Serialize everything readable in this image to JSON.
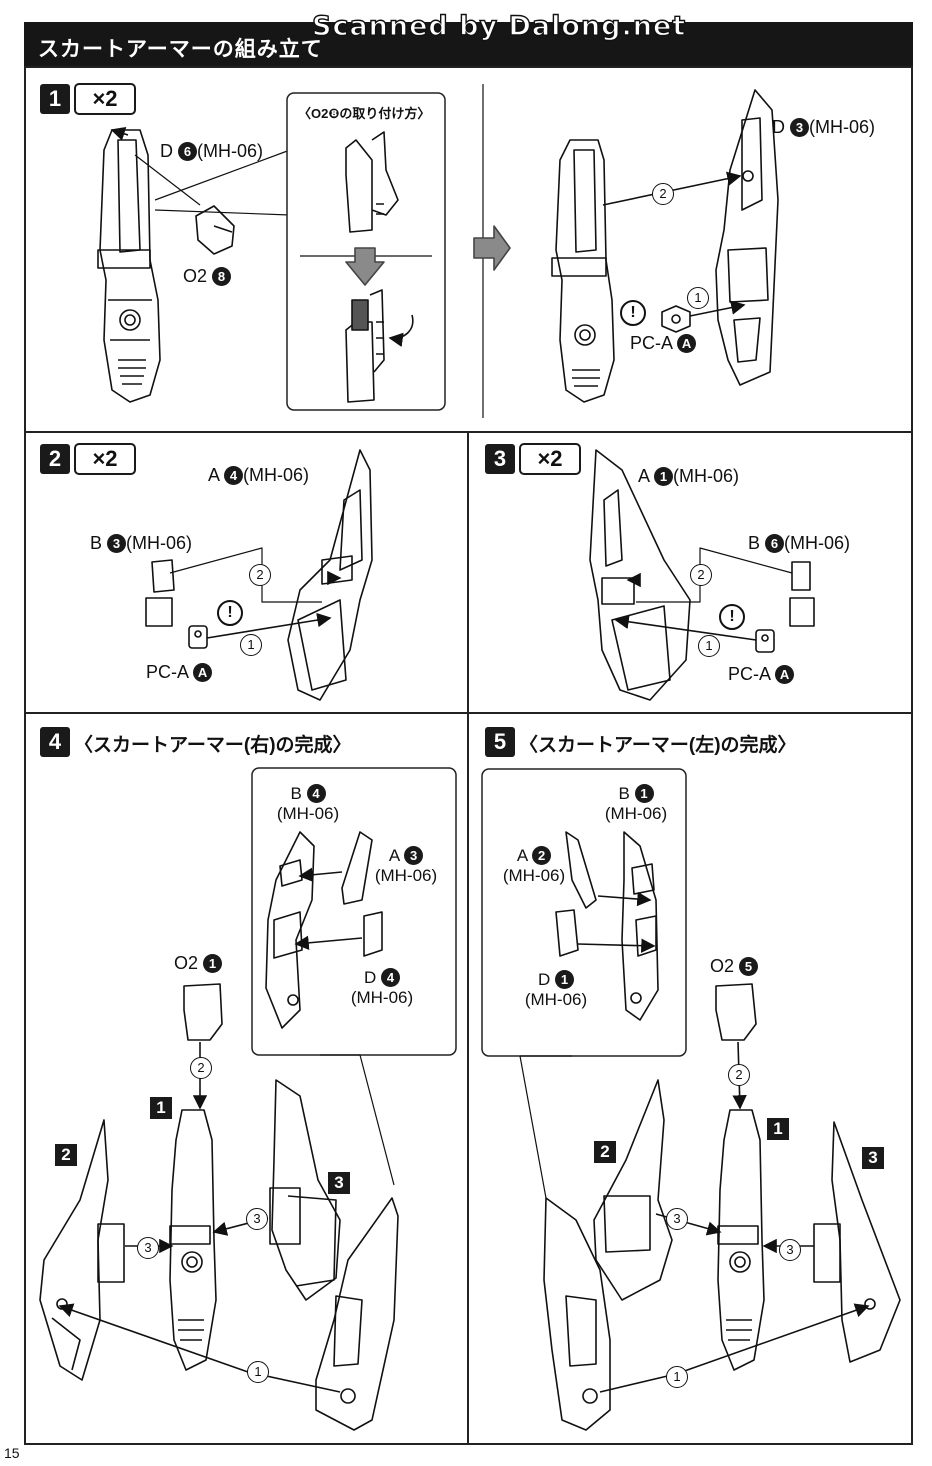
{
  "header": {
    "title": "スカートアーマーの組み立て",
    "watermark": "Scanned by Dalong.net"
  },
  "page_number": "15",
  "step1": {
    "number": "1",
    "multiplier": "×2",
    "label_d6": "D",
    "label_d6_num": "6",
    "label_d6_code": "(MH-06)",
    "label_o2": "O2",
    "label_o2_num": "8",
    "inset_title": "〈O2❽の取り付け方〉",
    "label_d3": "D",
    "label_d3_num": "3",
    "label_d3_code": "(MH-06)",
    "label_pca": "PC-A",
    "label_pca_num": "A",
    "seq1": "1",
    "seq2": "2"
  },
  "step2": {
    "number": "2",
    "multiplier": "×2",
    "label_a": "A",
    "label_a_num": "4",
    "label_a_code": "(MH-06)",
    "label_b": "B",
    "label_b_num": "3",
    "label_b_code": "(MH-06)",
    "label_pca": "PC-A",
    "label_pca_num": "A",
    "seq1": "1",
    "seq2": "2"
  },
  "step3": {
    "number": "3",
    "multiplier": "×2",
    "label_a": "A",
    "label_a_num": "1",
    "label_a_code": "(MH-06)",
    "label_b": "B",
    "label_b_num": "6",
    "label_b_code": "(MH-06)",
    "label_pca": "PC-A",
    "label_pca_num": "A",
    "seq1": "1",
    "seq2": "2"
  },
  "step4": {
    "number": "4",
    "title": "〈スカートアーマー(右)の完成〉",
    "label_b": "B",
    "label_b_num": "4",
    "label_b_code": "(MH-06)",
    "label_a": "A",
    "label_a_num": "3",
    "label_a_code": "(MH-06)",
    "label_d": "D",
    "label_d_num": "4",
    "label_d_code": "(MH-06)",
    "label_o2": "O2",
    "label_o2_num": "1",
    "ref1": "1",
    "ref2": "2",
    "ref3": "3",
    "seq1": "1",
    "seq2": "2",
    "seq3": "3"
  },
  "step5": {
    "number": "5",
    "title": "〈スカートアーマー(左)の完成〉",
    "label_b": "B",
    "label_b_num": "1",
    "label_b_code": "(MH-06)",
    "label_a": "A",
    "label_a_num": "2",
    "label_a_code": "(MH-06)",
    "label_d": "D",
    "label_d_num": "1",
    "label_d_code": "(MH-06)",
    "label_o2": "O2",
    "label_o2_num": "5",
    "ref1": "1",
    "ref2": "2",
    "ref3": "3",
    "seq1": "1",
    "seq2": "2",
    "seq3": "3"
  },
  "icons": {
    "caution": "caution-icon",
    "arrow": "direction-arrow-icon",
    "rotate": "rotate-arrow-icon"
  }
}
